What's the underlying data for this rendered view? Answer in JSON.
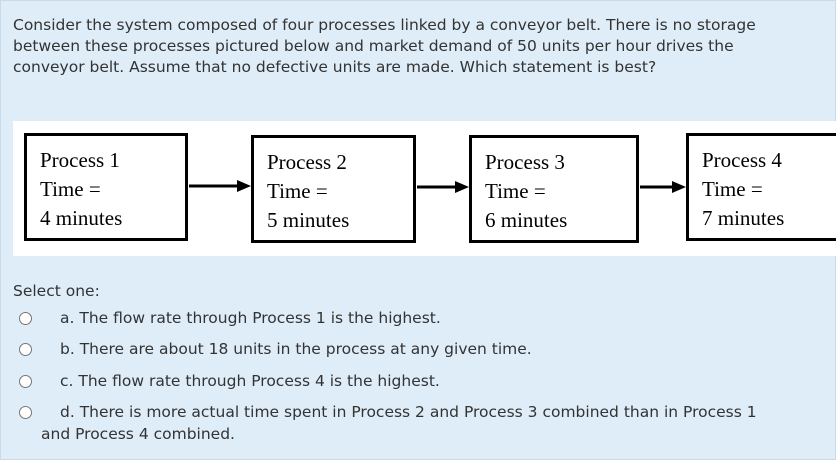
{
  "question": "Consider the system composed of four processes linked by a conveyor belt. There is no storage between these processes pictured below and market demand of 50 units per hour drives the conveyor belt. Assume that no defective units are made. Which statement is best?",
  "diagram": {
    "processes": [
      {
        "name": "Process 1",
        "time_label": "Time =",
        "time_value": "4 minutes"
      },
      {
        "name": "Process 2",
        "time_label": "Time =",
        "time_value": "5 minutes"
      },
      {
        "name": "Process 3",
        "time_label": "Time =",
        "time_value": "6 minutes"
      },
      {
        "name": "Process 4",
        "time_label": "Time =",
        "time_value": "7 minutes"
      }
    ]
  },
  "select_label": "Select one:",
  "options": [
    {
      "text": "a. The flow rate through Process 1 is the highest."
    },
    {
      "text": "b. There are about 18 units in the process at any given time."
    },
    {
      "text": "c. The flow rate through Process 4 is the highest."
    },
    {
      "text": "d. There is more actual time spent in Process 2 and Process 3 combined than in Process 1",
      "text_cont": "and Process 4 combined."
    }
  ]
}
